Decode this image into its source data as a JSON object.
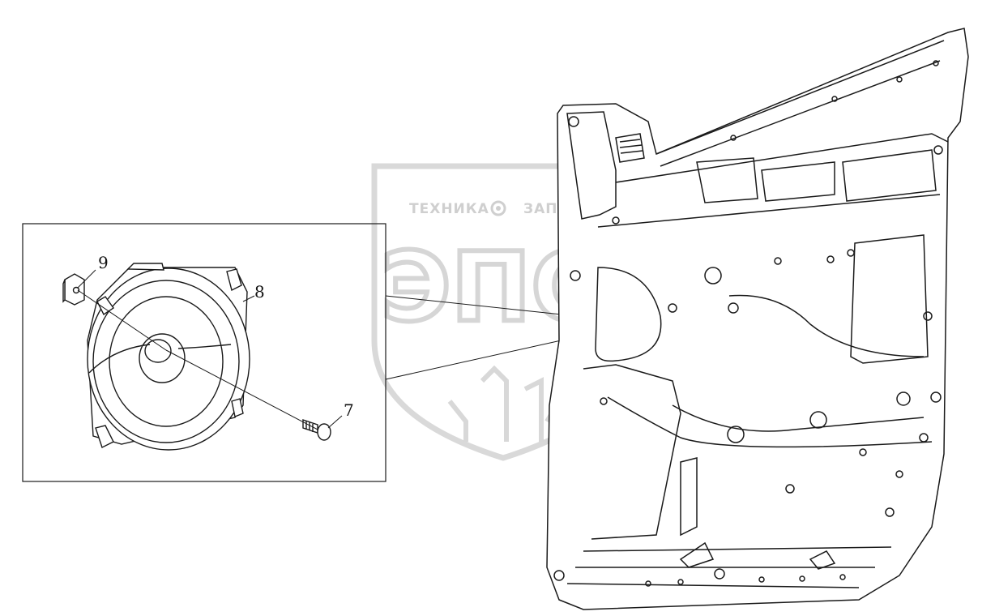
{
  "diagram": {
    "callouts": [
      {
        "id": "9",
        "label": "9"
      },
      {
        "id": "8",
        "label": "8"
      },
      {
        "id": "7",
        "label": "7"
      }
    ]
  },
  "watermark": {
    "left_word": "ТЕХНИКА",
    "right_word": "ЗАПЧАСТИ",
    "logo_letters": "ЭПС",
    "color": "#d0d0d0"
  },
  "colors": {
    "line": "#1a1a1a",
    "background": "#ffffff"
  }
}
